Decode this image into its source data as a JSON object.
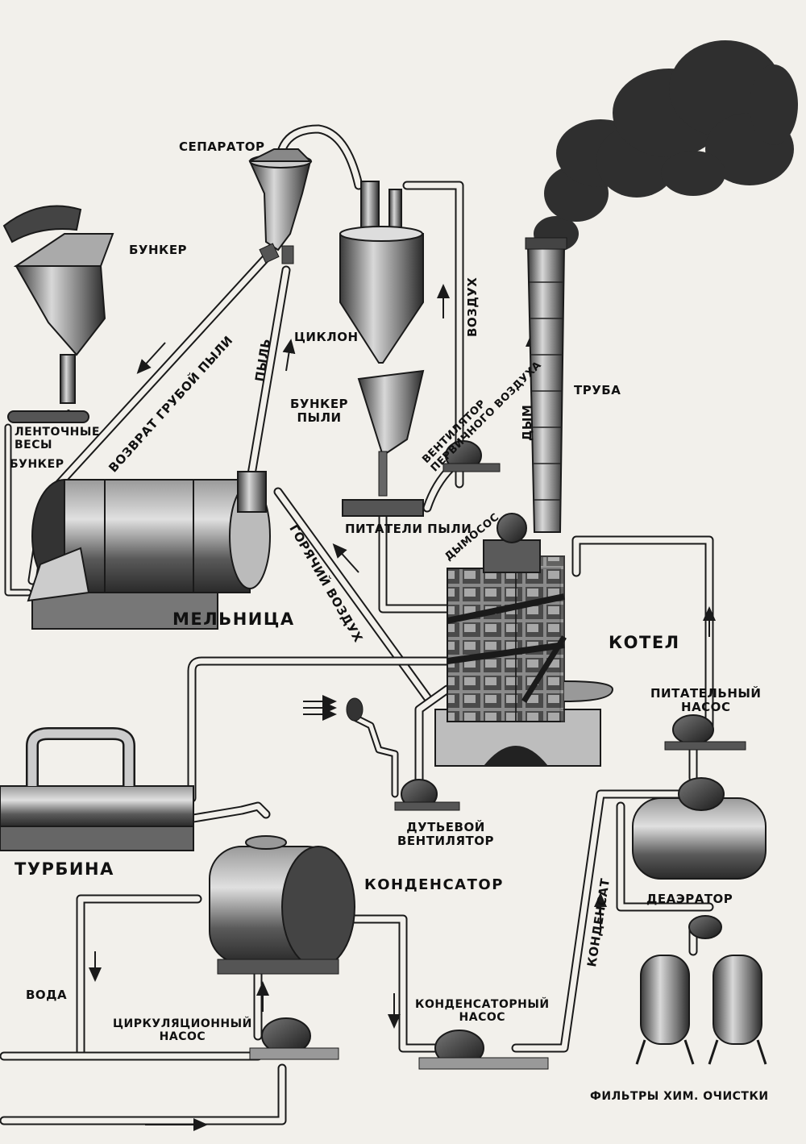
{
  "labels": {
    "separator": "СЕПАРАТОР",
    "bunker_top": "БУНКЕР",
    "cyclone": "ЦИКЛОН",
    "dust_bunker": "БУНКЕР\nПЫЛИ",
    "belt_scales": "ЛЕНТОЧНЫЕ\nВЕСЫ",
    "bunker_small": "БУНКЕР",
    "coarse_dust_return": "ВОЗВРАТ ГРУБОЙ ПЫЛИ",
    "dust": "ПЫЛЬ",
    "air": "ВОЗДУХ",
    "primary_air_fan": "ВЕНТИЛЯТОР\nПЕРВИЧНОГО ВОЗДУХА",
    "smoke": "ДЫМ",
    "chimney": "ТРУБА",
    "dust_feeders": "ПИТАТЕЛИ ПЫЛИ",
    "smoke_exhauster": "ДЫМОСОС",
    "hot_air": "ГОРЯЧИЙ ВОЗДУХ",
    "mill": "МЕЛЬНИЦА",
    "boiler": "КОТЕЛ",
    "feed_pump": "ПИТАТЕЛЬНЫЙ\nНАСОС",
    "blower_fan": "ДУТЬЕВОЙ\nВЕНТИЛЯТОР",
    "turbine": "ТУРБИНА",
    "condenser": "КОНДЕНСАТОР",
    "deaerator": "ДЕАЭРАТОР",
    "water": "ВОДА",
    "circulation_pump": "ЦИРКУЛЯЦИОННЫЙ\nНАСОС",
    "condensate_pump": "КОНДЕНСАТОРНЫЙ\nНАСОС",
    "condensate": "КОНДЕНСАТ",
    "chem_filters": "ФИЛЬТРЫ ХИМ. ОЧИСТКИ"
  },
  "colors": {
    "ink": "#1a1a1a",
    "metal": "#6b6b6b",
    "metal_dark": "#3d3d3d",
    "metal_light": "#b5b5b5",
    "smoke": "#2f2f2f",
    "paper": "#f2f0eb"
  }
}
